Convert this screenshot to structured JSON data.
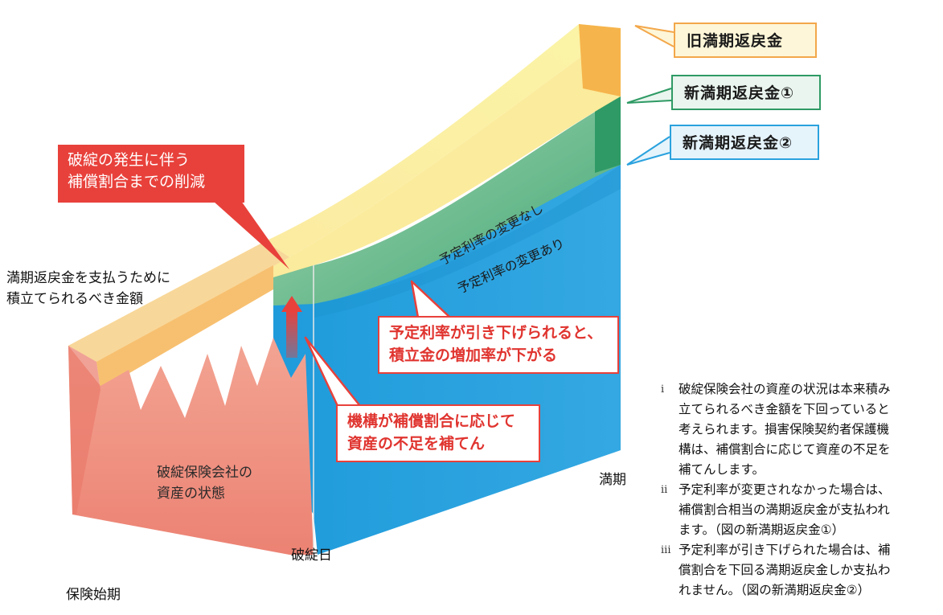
{
  "legend": {
    "old": "旧満期返戻金",
    "new1": "新満期返戻金①",
    "new2": "新満期返戻金②"
  },
  "callouts": {
    "reduction": [
      "破綻の発生に伴う",
      "補償割合までの削減"
    ],
    "rate_down": [
      "予定利率が引き下げられると、",
      "積立金の増加率が下がる"
    ],
    "compensation": [
      "機構が補償割合に応じて",
      "資産の不足を補てん"
    ]
  },
  "labels": {
    "required_amount": [
      "満期返戻金を支払うために",
      "積立てられるべき金額"
    ],
    "company_assets": [
      "破綻保険会社の",
      "資産の状態"
    ],
    "rate_unchanged": "予定利率の変更なし",
    "rate_changed": "予定利率の変更あり",
    "maturity": "満期",
    "failure_date": "破綻日",
    "start": "保険始期"
  },
  "notes": [
    {
      "num": "i",
      "lines": [
        "破綻保険会社の資産の状況は本来積み",
        "立てられるべき金額を下回っていると",
        "考えられます。損害保険契約者保護機",
        "構は、補償割合に応じて資産の不足を",
        "補てんします。"
      ]
    },
    {
      "num": "ii",
      "lines": [
        "予定利率が変更されなかった場合は、",
        "補償割合相当の満期返戻金が支払われ",
        "ます。（図の新満期返戻金①）"
      ]
    },
    {
      "num": "iii",
      "lines": [
        "予定利率が引き下げられた場合は、補",
        "償割合を下回る満期返戻金しか支払わ",
        "れません。（図の新満期返戻金②）"
      ]
    }
  ],
  "colors": {
    "old_top": "#f7ef9a",
    "old_front": "#f9c46a",
    "new1_face": "#5cb889",
    "new2_face": "#2ba3df",
    "assets": "#f09585",
    "callout_red": "#e8413b"
  }
}
